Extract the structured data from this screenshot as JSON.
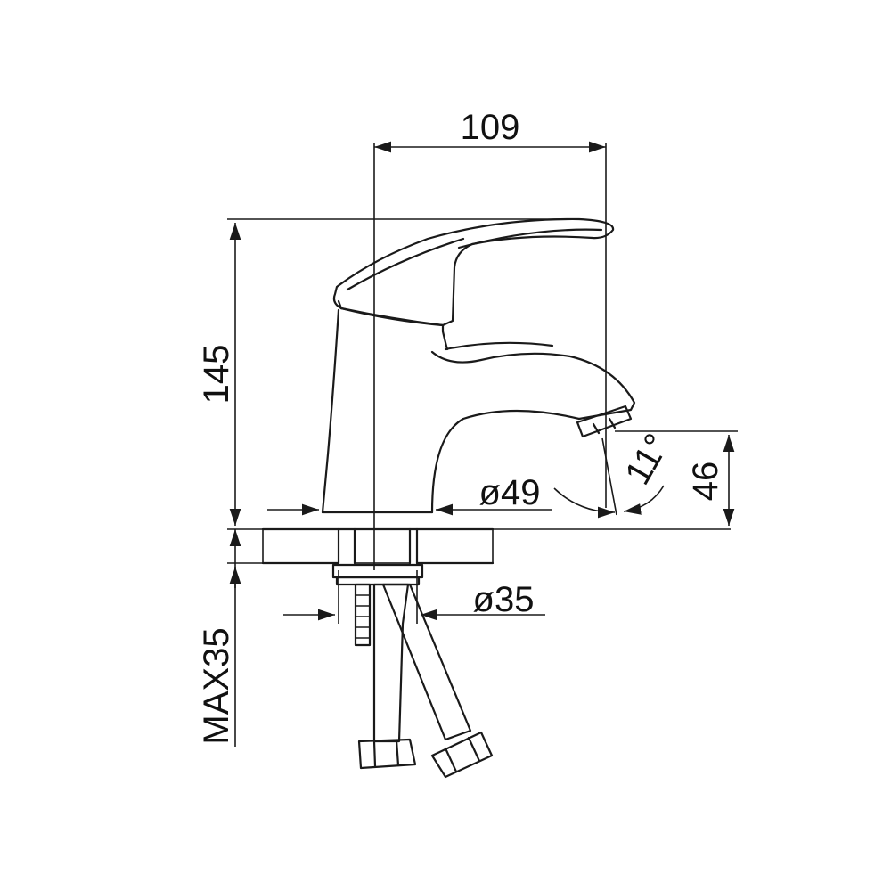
{
  "dimensions": {
    "top_width": "109",
    "height_total": "145",
    "spout_height": "46",
    "base_diameter": "ø49",
    "angle": "11°",
    "hole_diameter": "ø35",
    "max_thickness": "MAX35"
  },
  "colors": {
    "line": "#1a1a1a",
    "background": "#ffffff"
  }
}
